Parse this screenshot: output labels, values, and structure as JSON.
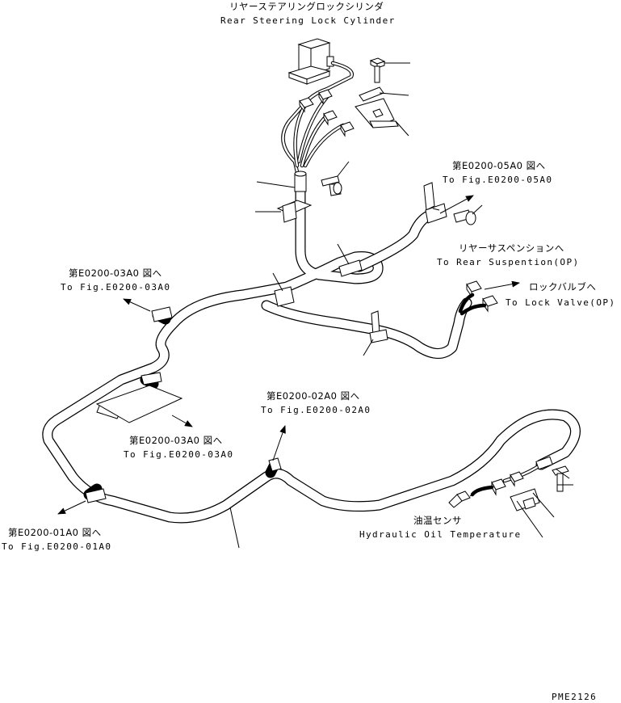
{
  "labels": {
    "rear_steering_jp": "リヤーステアリングロックシリンダ",
    "rear_steering_en": "Rear Steering Lock Cylinder",
    "fig05_jp": "第E0200-05A0 図へ",
    "fig05_en": "To Fig.E0200-05A0",
    "rear_susp_jp": "リヤーサスペンションへ",
    "rear_susp_en": "To Rear Suspention(OP)",
    "fig03a_jp": "第E0200-03A0 図へ",
    "fig03a_en": "To Fig.E0200-03A0",
    "lock_valve_jp": "ロックバルブへ",
    "lock_valve_en": "To Lock Valve(OP)",
    "fig02_jp": "第E0200-02A0 図へ",
    "fig02_en": "To Fig.E0200-02A0",
    "fig03b_jp": "第E0200-03A0 図へ",
    "fig03b_en": "To Fig.E0200-03A0",
    "fig01_jp": "第E0200-01A0 図へ",
    "fig01_en": "To Fig.E0200-01A0",
    "oil_temp_jp": "油温センサ",
    "oil_temp_en": "Hydraulic Oil Temperature",
    "drawing_code": "PME2126"
  },
  "icons": [
    "cylinder-icon",
    "connector-icon",
    "bolt-icon",
    "clamp-icon",
    "sensor-icon",
    "arrow-icon"
  ]
}
